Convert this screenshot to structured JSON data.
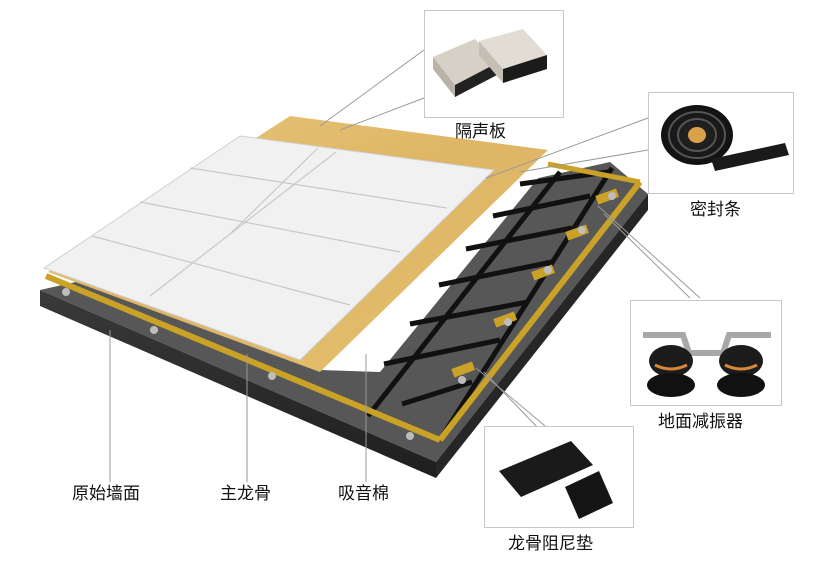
{
  "labels": {
    "soundproof_board": "隔声板",
    "sealing_strip": "密封条",
    "floor_damper": "地面减振器",
    "keel_damping_pad": "龙骨阻尼垫",
    "original_wall": "原始墙面",
    "main_keel": "主龙骨",
    "sound_absorbing_cotton": "吸音棉"
  },
  "colors": {
    "wall_top": "#555555",
    "wall_side": "#2b2b2b",
    "keel": "#c9a227",
    "soundproof_board": "#e2bd6a",
    "panel": "#f1f1f1",
    "leader_line": "#9a9a9a"
  }
}
